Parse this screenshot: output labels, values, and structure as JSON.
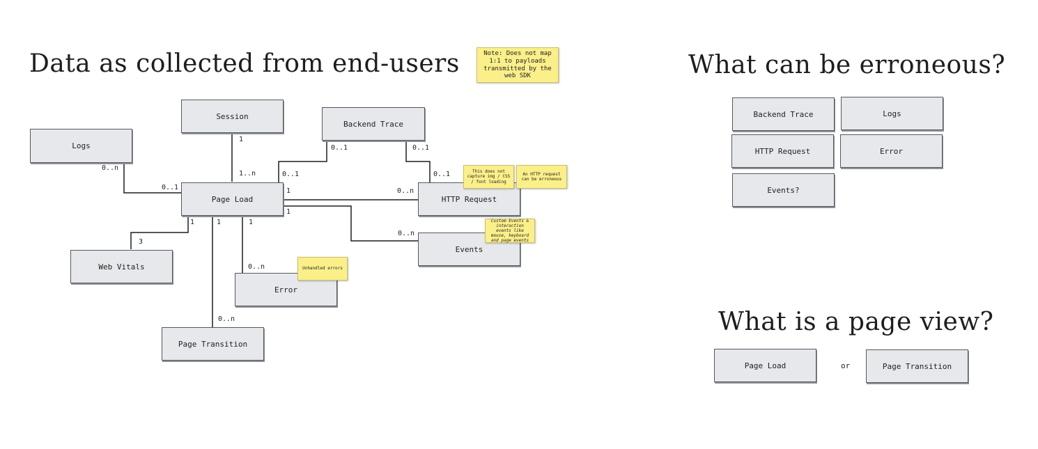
{
  "titles": {
    "data_collected": "Data as collected from end-users",
    "erroneous": "What can be erroneous?",
    "page_view": "What is a page view?"
  },
  "notes": {
    "payload": "Note: Does not map 1:1 to payloads transmitted by the web SDK",
    "http_no_capture": "This does not capture img / CSS / font loading",
    "http_erroneous": "An HTTP request can be erroneous",
    "custom_events": "Custom Events & interaction events like mouse, keyboard and page events",
    "unhandled": "Unhandled errors"
  },
  "entities": {
    "session": "Session",
    "logs": "Logs",
    "backend_trace": "Backend Trace",
    "page_load": "Page Load",
    "http_request": "HTTP Request",
    "events": "Events",
    "web_vitals": "Web Vitals",
    "error": "Error",
    "page_transition": "Page Transition"
  },
  "cardinalities": {
    "session_side": "1",
    "pageload_session": "1..n",
    "logs_side": "0..n",
    "pageload_logs": "0..1",
    "bt_pageload": "0..1",
    "pageload_bt": "0..1",
    "bt_http": "0..1",
    "http_bt": "0..1",
    "pageload_http": "1",
    "http_pageload": "0..n",
    "pageload_events": "1",
    "events_pageload": "0..n",
    "pageload_webvitals": "1",
    "webvitals_side": "3",
    "pageload_transition": "1",
    "transition_side": "0..n",
    "pageload_error": "1",
    "error_side": "0..n"
  },
  "erroneous_items": [
    "Backend Trace",
    "Logs",
    "HTTP Request",
    "Error",
    "Events?"
  ],
  "page_view": {
    "left": "Page Load",
    "connector": "or",
    "right": "Page Transition"
  }
}
